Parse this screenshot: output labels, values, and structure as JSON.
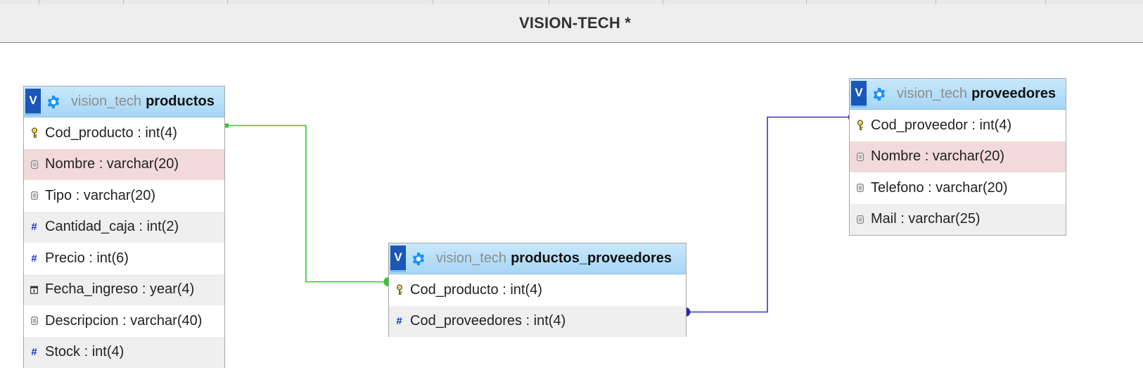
{
  "window": {
    "title": "VISION-TECH *"
  },
  "colors": {
    "link_productos": "#2ec82e",
    "link_proveedores": "#2a2ab8",
    "header_blue": "#a6d6f5",
    "key_row_pink": "#f2d9da"
  },
  "tables": {
    "productos": {
      "db": "vision_tech",
      "name": "productos",
      "columns": [
        {
          "text": "Cod_producto : int(4)",
          "icon": "key-icon"
        },
        {
          "text": "Nombre : varchar(20)",
          "icon": "text-field-icon"
        },
        {
          "text": "Tipo : varchar(20)",
          "icon": "text-field-icon"
        },
        {
          "text": "Cantidad_caja : int(2)",
          "icon": "numeric-field-icon"
        },
        {
          "text": "Precio : int(6)",
          "icon": "numeric-field-icon"
        },
        {
          "text": "Fecha_ingreso : year(4)",
          "icon": "date-field-icon"
        },
        {
          "text": "Descripcion : varchar(40)",
          "icon": "text-field-icon"
        },
        {
          "text": "Stock : int(4)",
          "icon": "numeric-field-icon"
        }
      ]
    },
    "productos_proveedores": {
      "db": "vision_tech",
      "name": "productos_proveedores",
      "columns": [
        {
          "text": "Cod_producto : int(4)",
          "icon": "key-icon"
        },
        {
          "text": "Cod_proveedores : int(4)",
          "icon": "numeric-field-icon"
        }
      ]
    },
    "proveedores": {
      "db": "vision_tech",
      "name": "proveedores",
      "columns": [
        {
          "text": "Cod_proveedor : int(4)",
          "icon": "key-icon"
        },
        {
          "text": "Nombre : varchar(20)",
          "icon": "text-field-icon"
        },
        {
          "text": "Telefono : varchar(20)",
          "icon": "text-field-icon"
        },
        {
          "text": "Mail : varchar(25)",
          "icon": "text-field-icon"
        }
      ]
    }
  },
  "header_button": {
    "label": "V"
  }
}
